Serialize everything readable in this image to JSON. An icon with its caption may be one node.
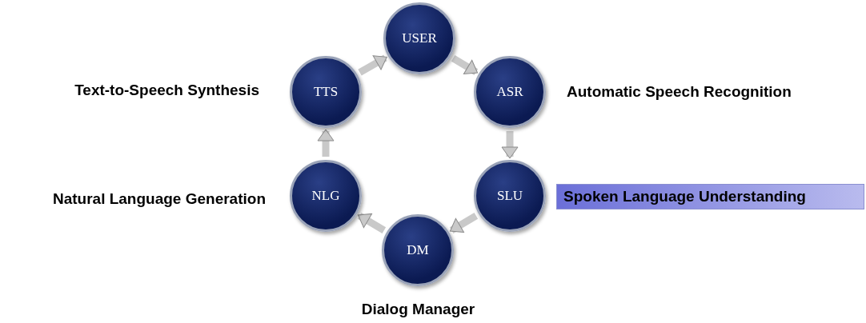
{
  "diagram": {
    "nodes": [
      {
        "text": [
          "USER"
        ]
      },
      {
        "text": [
          "ASR"
        ],
        "beside": [
          "Automatic Speech Recognition"
        ]
      },
      {
        "text": [
          "SLU"
        ],
        "beside": [
          "Spoken Language Understanding"
        ]
      },
      {
        "text": [
          "DM"
        ],
        "beside": [
          "Dialog Manager"
        ]
      },
      {
        "text": [
          "NLG"
        ],
        "beside": [
          "Natural Language Generation"
        ]
      },
      {
        "text": [
          "TTS"
        ],
        "beside": [
          "Text-to-Speech Synthesis"
        ]
      }
    ],
    "edges": [
      {
        "from": 0,
        "to": 1,
        "arrow": "to"
      },
      {
        "from": 1,
        "to": 2,
        "arrow": "to"
      },
      {
        "from": 2,
        "to": 3,
        "arrow": "to"
      },
      {
        "from": 3,
        "to": 4,
        "arrow": "to"
      },
      {
        "from": 4,
        "to": 5,
        "arrow": "to"
      },
      {
        "from": 5,
        "to": 0,
        "arrow": "to"
      }
    ]
  }
}
